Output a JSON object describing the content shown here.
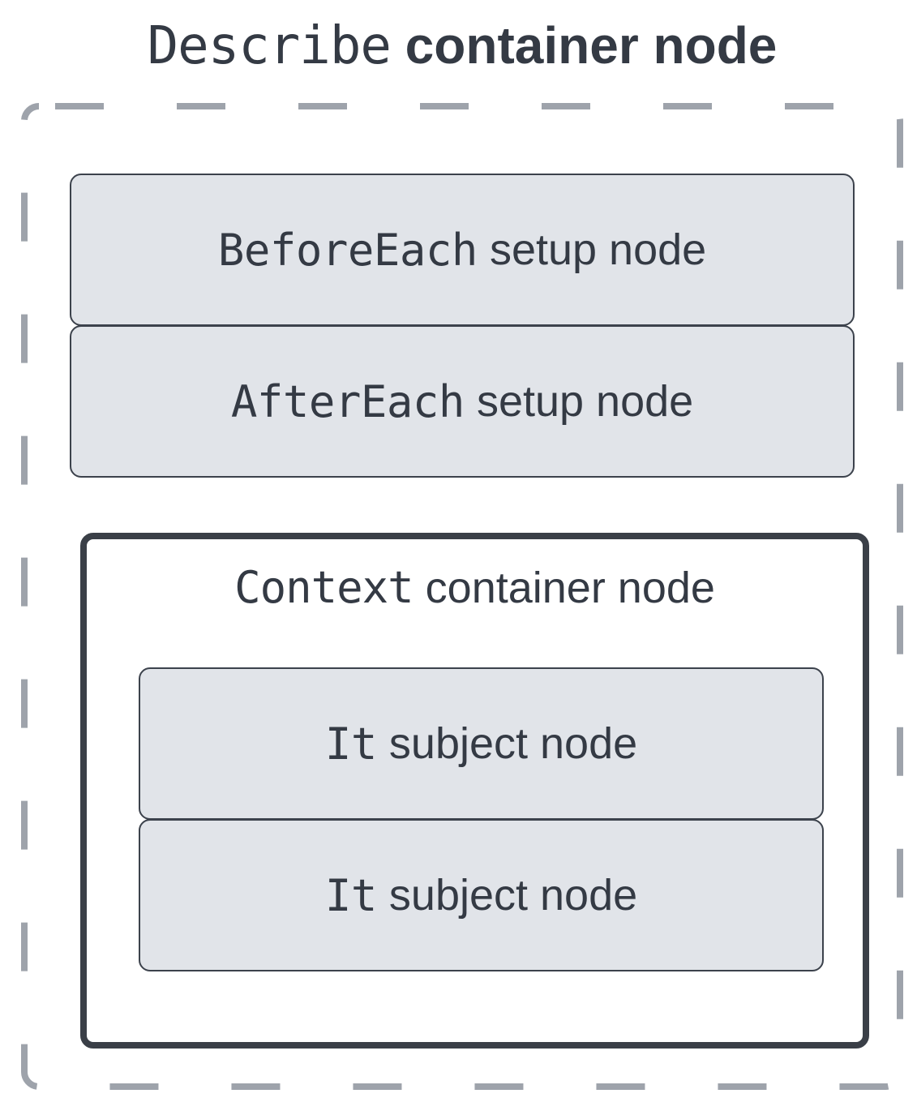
{
  "title": {
    "keyword": "Describe",
    "text": "container node"
  },
  "setup_nodes": [
    {
      "keyword": "BeforeEach",
      "text": "setup node"
    },
    {
      "keyword": "AfterEach",
      "text": "setup node"
    }
  ],
  "context": {
    "keyword": "Context",
    "text": "container node",
    "subjects": [
      {
        "keyword": "It",
        "text": "subject node"
      },
      {
        "keyword": "It",
        "text": "subject node"
      }
    ]
  },
  "colors": {
    "text": "#343a44",
    "node_fill": "#e1e4e9",
    "node_border": "#3c424c",
    "context_border": "#3a3f47",
    "outer_dash": "#9ea3ab"
  }
}
